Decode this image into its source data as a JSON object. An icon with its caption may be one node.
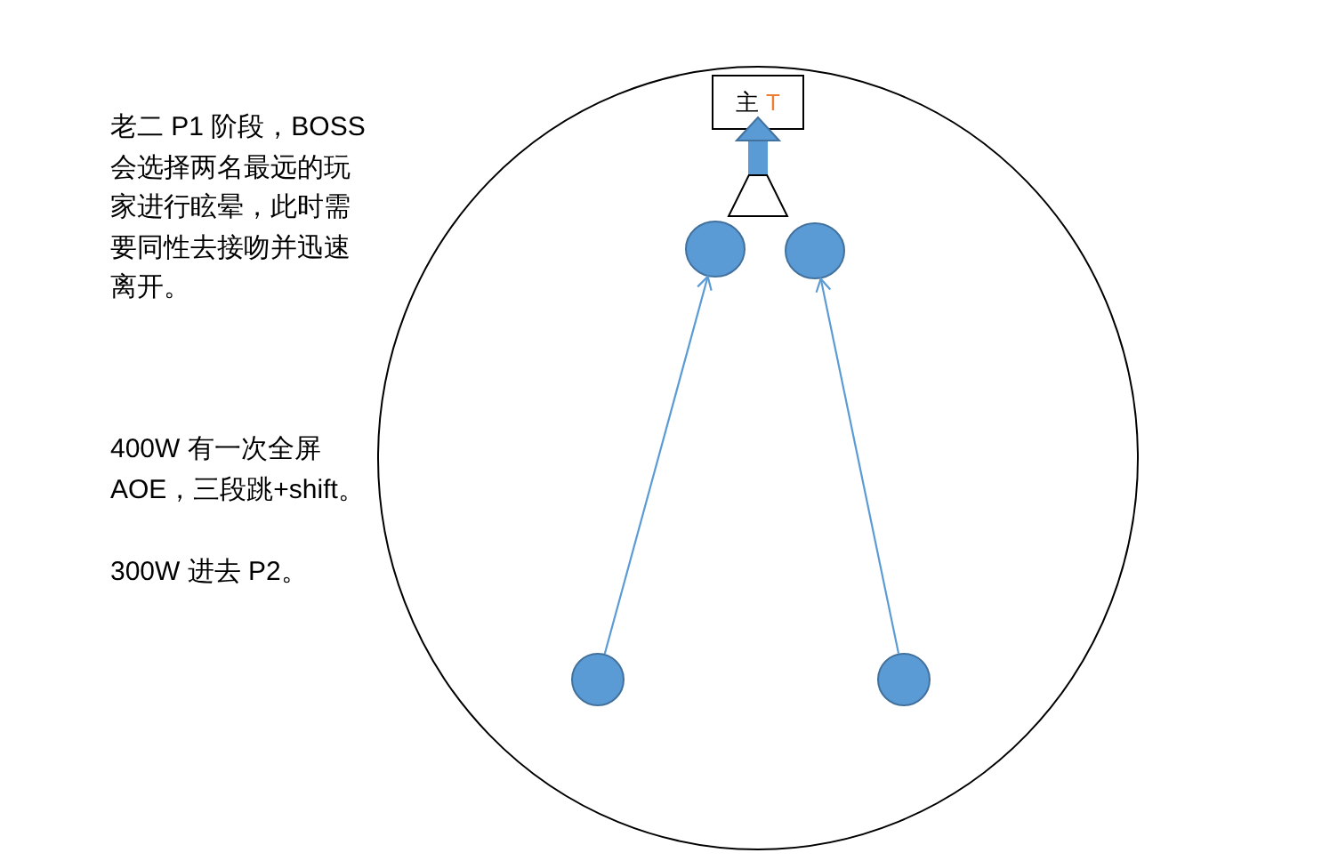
{
  "diagram": {
    "nodes": [
      {
        "text": [],
        "shape": "circle"
      },
      {
        "text": [
          "主",
          "T"
        ],
        "in": 0
      },
      {
        "text": [],
        "shape": "trapezoid",
        "in": 0
      },
      {
        "text": [],
        "shape": "circle",
        "in": 0
      },
      {
        "text": [],
        "shape": "circle",
        "in": 0
      },
      {
        "text": [],
        "shape": "circle",
        "in": 0
      },
      {
        "text": [],
        "shape": "circle",
        "in": 0
      }
    ],
    "edges": [
      {
        "from": 2,
        "to": 1,
        "arrow": "to",
        "style": "thick"
      },
      {
        "from": 5,
        "to": 3,
        "arrow": "to"
      },
      {
        "from": 6,
        "to": 4,
        "arrow": "to"
      }
    ],
    "labels": [
      "老二 P1 阶段，BOSS会选择两名最远的玩家进行眩晕，此时需要同性去接吻并迅速离开。",
      "400W 有一次全屏AOE，三段跳+shift。",
      "300W 进去 P2。"
    ]
  }
}
